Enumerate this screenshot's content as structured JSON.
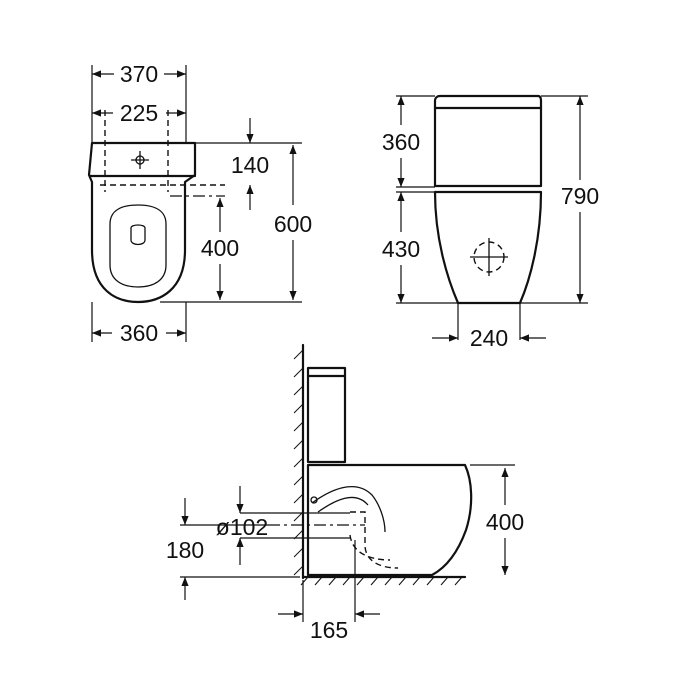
{
  "top_view": {
    "width_rim": "370",
    "fixing_centres": "225",
    "fixing_offset": "140",
    "outlet_to_back": "400",
    "depth_total": "600",
    "width_base": "360"
  },
  "front_view": {
    "cistern_height": "360",
    "pan_height": "430",
    "total_height": "790",
    "base_width": "240"
  },
  "side_view": {
    "outlet_diameter": "ø102",
    "outlet_height": "180",
    "seat_height": "400",
    "outlet_from_wall": "165"
  }
}
